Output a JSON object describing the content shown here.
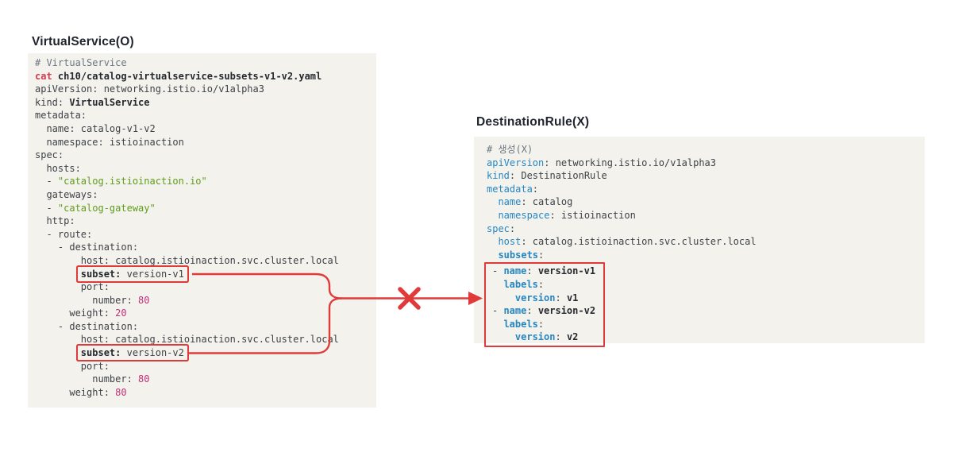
{
  "left": {
    "title": "VirtualService(O)",
    "code": [
      {
        "seg": [
          [
            "c",
            "# VirtualService"
          ]
        ]
      },
      {
        "seg": [
          [
            "cmd",
            "cat"
          ],
          [
            "b",
            " ch10/catalog-virtualservice-subsets-v1-v2.yaml"
          ]
        ]
      },
      {
        "seg": [
          [
            "p",
            "apiVersion: networking.istio.io/v1alpha3"
          ]
        ]
      },
      {
        "seg": [
          [
            "p",
            "kind: "
          ],
          [
            "b",
            "VirtualService"
          ]
        ]
      },
      {
        "seg": [
          [
            "p",
            "metadata:"
          ]
        ]
      },
      {
        "seg": [
          [
            "p",
            "  name: catalog-v1-v2"
          ]
        ]
      },
      {
        "seg": [
          [
            "p",
            "  namespace: istioinaction"
          ]
        ]
      },
      {
        "seg": [
          [
            "p",
            "spec:"
          ]
        ]
      },
      {
        "seg": [
          [
            "p",
            "  hosts:"
          ]
        ]
      },
      {
        "seg": [
          [
            "p",
            "  - "
          ],
          [
            "s",
            "\"catalog.istioinaction.io\""
          ]
        ]
      },
      {
        "seg": [
          [
            "p",
            "  gateways:"
          ]
        ]
      },
      {
        "seg": [
          [
            "p",
            "  - "
          ],
          [
            "s",
            "\"catalog-gateway\""
          ]
        ]
      },
      {
        "seg": [
          [
            "p",
            "  http:"
          ]
        ]
      },
      {
        "seg": [
          [
            "p",
            "  - route:"
          ]
        ]
      },
      {
        "seg": [
          [
            "p",
            "    - destination:"
          ]
        ]
      },
      {
        "seg": [
          [
            "p",
            "        host: catalog.istioinaction.svc.cluster.local"
          ]
        ]
      },
      {
        "indent": "        ",
        "box": "v1",
        "seg": [
          [
            "b",
            "subset:"
          ],
          [
            "p",
            " version-v1"
          ]
        ]
      },
      {
        "seg": [
          [
            "p",
            "        port:"
          ]
        ]
      },
      {
        "seg": [
          [
            "p",
            "          number: "
          ],
          [
            "n",
            "80"
          ]
        ]
      },
      {
        "seg": [
          [
            "p",
            "      weight: "
          ],
          [
            "n",
            "20"
          ]
        ]
      },
      {
        "seg": [
          [
            "p",
            "    - destination:"
          ]
        ]
      },
      {
        "seg": [
          [
            "p",
            "        host: catalog.istioinaction.svc.cluster.local"
          ]
        ]
      },
      {
        "indent": "        ",
        "box": "v2",
        "seg": [
          [
            "b",
            "subset:"
          ],
          [
            "p",
            " version-v2"
          ]
        ]
      },
      {
        "seg": [
          [
            "p",
            "        port:"
          ]
        ]
      },
      {
        "seg": [
          [
            "p",
            "          number: "
          ],
          [
            "n",
            "80"
          ]
        ]
      },
      {
        "seg": [
          [
            "p",
            "      weight: "
          ],
          [
            "n",
            "80"
          ]
        ]
      }
    ]
  },
  "right": {
    "title": "DestinationRule(X)",
    "code": [
      {
        "seg": [
          [
            "c",
            "# 생성(X)"
          ]
        ]
      },
      {
        "seg": [
          [
            "k",
            "apiVersion"
          ],
          [
            "p",
            ": networking.istio.io/v1alpha3"
          ]
        ]
      },
      {
        "seg": [
          [
            "k",
            "kind"
          ],
          [
            "p",
            ": DestinationRule"
          ]
        ]
      },
      {
        "seg": [
          [
            "k",
            "metadata"
          ],
          [
            "p",
            ":"
          ]
        ]
      },
      {
        "seg": [
          [
            "p",
            "  "
          ],
          [
            "k",
            "name"
          ],
          [
            "p",
            ": catalog"
          ]
        ]
      },
      {
        "seg": [
          [
            "p",
            "  "
          ],
          [
            "k",
            "namespace"
          ],
          [
            "p",
            ": istioinaction"
          ]
        ]
      },
      {
        "seg": [
          [
            "k",
            "spec"
          ],
          [
            "p",
            ":"
          ]
        ]
      },
      {
        "seg": [
          [
            "p",
            "  "
          ],
          [
            "k",
            "host"
          ],
          [
            "p",
            ": catalog.istioinaction.svc.cluster.local"
          ]
        ]
      },
      {
        "seg": [
          [
            "p",
            "  "
          ],
          [
            "kb",
            "subsets"
          ],
          [
            "p",
            ":"
          ]
        ]
      },
      {
        "inBox": true,
        "seg": [
          [
            "p",
            "- "
          ],
          [
            "kb",
            "name"
          ],
          [
            "p",
            ": "
          ],
          [
            "b",
            "version-v1"
          ]
        ]
      },
      {
        "inBox": true,
        "seg": [
          [
            "p",
            "  "
          ],
          [
            "kb",
            "labels"
          ],
          [
            "p",
            ":"
          ]
        ]
      },
      {
        "inBox": true,
        "seg": [
          [
            "p",
            "    "
          ],
          [
            "kb",
            "version"
          ],
          [
            "p",
            ": "
          ],
          [
            "b",
            "v1"
          ]
        ]
      },
      {
        "inBox": true,
        "seg": [
          [
            "p",
            "- "
          ],
          [
            "kb",
            "name"
          ],
          [
            "p",
            ": "
          ],
          [
            "b",
            "version-v2"
          ]
        ]
      },
      {
        "inBox": true,
        "seg": [
          [
            "p",
            "  "
          ],
          [
            "kb",
            "labels"
          ],
          [
            "p",
            ":"
          ]
        ]
      },
      {
        "inBox": true,
        "seg": [
          [
            "p",
            "    "
          ],
          [
            "kb",
            "version"
          ],
          [
            "p",
            ": "
          ],
          [
            "b",
            "v2"
          ]
        ]
      }
    ]
  },
  "colors": {
    "accent-red": "#e03a3a",
    "code-bg": "#f4f2ec",
    "code-plain": "#3d4248",
    "bold-dark": "#24292f",
    "comment": "#6b7683",
    "cmd-red": "#d23c4e",
    "string-green": "#5f9c1c",
    "number-magenta": "#c0307a",
    "key-blue": "#2586c2",
    "title-color": "#20242e"
  }
}
